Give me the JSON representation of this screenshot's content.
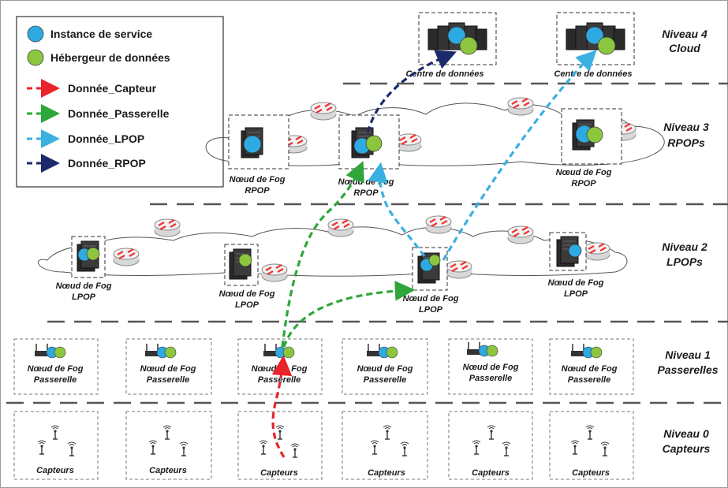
{
  "legend": {
    "service_instance": "Instance de service",
    "data_host": "Hébergeur de données",
    "flows": [
      {
        "label": "Donnée_Capteur",
        "color": "#e8232a"
      },
      {
        "label": "Donnée_Passerelle",
        "color": "#2ea63a"
      },
      {
        "label": "Donnée_LPOP",
        "color": "#3ab0e0"
      },
      {
        "label": "Donnée_RPOP",
        "color": "#1b2a6b"
      }
    ]
  },
  "colors": {
    "service_instance": "#2eaae3",
    "data_host": "#8cc63f",
    "router": "#e33",
    "dashed_line": "#444444"
  },
  "levels": [
    {
      "name": "Niveau 4",
      "sub": "Cloud"
    },
    {
      "name": "Niveau 3",
      "sub": "RPOPs"
    },
    {
      "name": "Niveau 2",
      "sub": "LPOPs"
    },
    {
      "name": "Niveau 1",
      "sub": "Passerelles"
    },
    {
      "name": "Niveau 0",
      "sub": "Capteurs"
    }
  ],
  "cloud_nodes": [
    "Centre de données",
    "Centre de données"
  ],
  "rpop_nodes": [
    {
      "l1": "Nœud de Fog",
      "l2": "RPOP"
    },
    {
      "l1": "Nœud de Fog",
      "l2": "RPOP"
    },
    {
      "l1": "Nœud de Fog",
      "l2": "RPOP"
    }
  ],
  "lpop_nodes": [
    {
      "l1": "Nœud de Fog",
      "l2": "LPOP"
    },
    {
      "l1": "Nœud de Fog",
      "l2": "LPOP"
    },
    {
      "l1": "Nœud de Fog",
      "l2": "LPOP"
    },
    {
      "l1": "Nœud de Fog",
      "l2": "LPOP"
    }
  ],
  "gateways": [
    {
      "l1": "Nœud de Fog",
      "l2": "Passerelle"
    },
    {
      "l1": "Nœud de Fog",
      "l2": "Passerelle"
    },
    {
      "l1": "Nœud de Fog",
      "l2": "Passerelle"
    },
    {
      "l1": "Nœud de Fog",
      "l2": "Passerelle"
    },
    {
      "l1": "Nœud de Fog",
      "l2": "Passerelle"
    },
    {
      "l1": "Nœud de Fog",
      "l2": "Passerelle"
    }
  ],
  "sensor_groups": [
    "Capteurs",
    "Capteurs",
    "Capteurs",
    "Capteurs",
    "Capteurs",
    "Capteurs"
  ]
}
